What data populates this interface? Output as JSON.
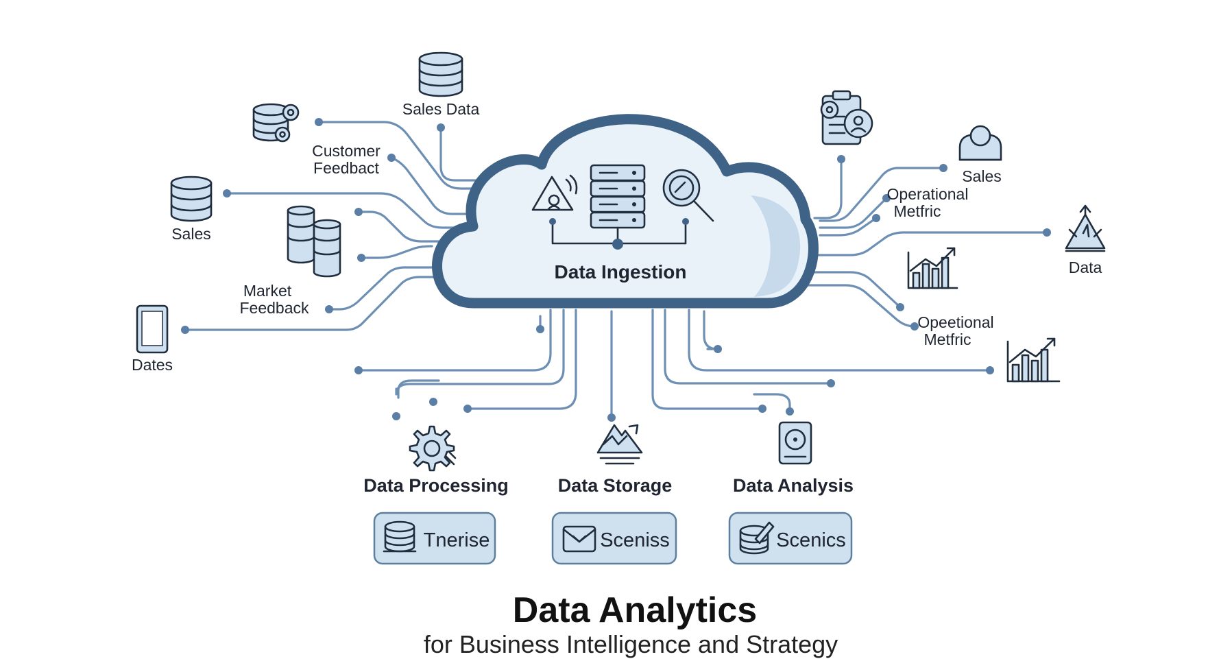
{
  "central_node": {
    "label": "Data Ingestion"
  },
  "sources_left": [
    {
      "label": "Sales Data",
      "icon": "database-icon"
    },
    {
      "label": "Customer Feedbact",
      "label_lines": [
        "Customer",
        "Feedbact"
      ],
      "icon": "database-gear-icon"
    },
    {
      "label": "Sales",
      "icon": "database-icon"
    },
    {
      "label": "Market Feedback",
      "label_lines": [
        "Market",
        "Feedback"
      ],
      "icon": "server-tower-icon"
    },
    {
      "label": "Dates",
      "icon": "tablet-icon"
    }
  ],
  "sources_right": [
    {
      "label": "",
      "icon": "clipboard-gear-icon"
    },
    {
      "label": "Sales",
      "icon": "user-icon"
    },
    {
      "label": "Operational Metfric",
      "label_lines": [
        "Operational",
        "Metfric"
      ],
      "icon": ""
    },
    {
      "label": "Data",
      "icon": "mountain-flag-icon"
    },
    {
      "label": "",
      "icon": "bar-chart-icon"
    },
    {
      "label": "Opeetional Metfric",
      "label_lines": [
        "Opeetional",
        "Metfric"
      ],
      "icon": ""
    },
    {
      "label": "",
      "icon": "bar-chart-icon"
    }
  ],
  "stages": [
    {
      "label": "Data Processing",
      "icon": "gear-icon",
      "button": {
        "label": "Tnerise",
        "icon": "database-icon"
      }
    },
    {
      "label": "Data Storage",
      "icon": "mountain-icon",
      "button": {
        "label": "Sceniss",
        "icon": "folder-icon"
      }
    },
    {
      "label": "Data Analysis",
      "icon": "hard-drive-icon",
      "button": {
        "label": "Scenics",
        "icon": "database-pen-icon"
      }
    }
  ],
  "title": "Data Analytics",
  "subtitle": "for Business Intelligence and Strategy",
  "colors": {
    "wire": "#6d8fb3",
    "cloud_stroke": "#3f6287",
    "cloud_fill": "#e9f1f9",
    "icon_fill": "#cfe0f0",
    "button_fill": "#cfe0ef"
  }
}
